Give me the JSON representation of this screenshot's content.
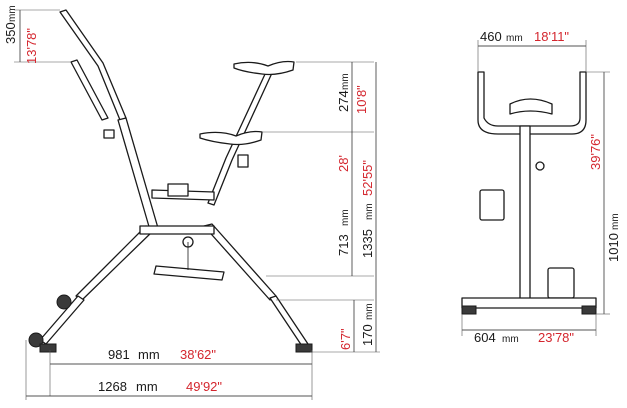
{
  "unit_mm": "mm",
  "side_view": {
    "handlebar_rise": {
      "mm": "350",
      "inch": "13'78\""
    },
    "seat_range": {
      "mm": "274",
      "inch": "10'8\""
    },
    "seat_low_height": {
      "mm": "713",
      "inch": "28'"
    },
    "max_height": {
      "mm": "1335",
      "inch": "52'55\""
    },
    "pedal_height": {
      "mm": "170",
      "inch": "6'7\""
    },
    "wheelbase": {
      "mm": "981",
      "inch": "38'62\""
    },
    "overall_length": {
      "mm": "1268",
      "inch": "49'92\""
    }
  },
  "front_view": {
    "handlebar_width": {
      "mm": "460",
      "inch": "18'11\""
    },
    "height": {
      "mm": "1010",
      "inch": "39'76\""
    },
    "base_width": {
      "mm": "604",
      "inch": "23'78\""
    }
  }
}
